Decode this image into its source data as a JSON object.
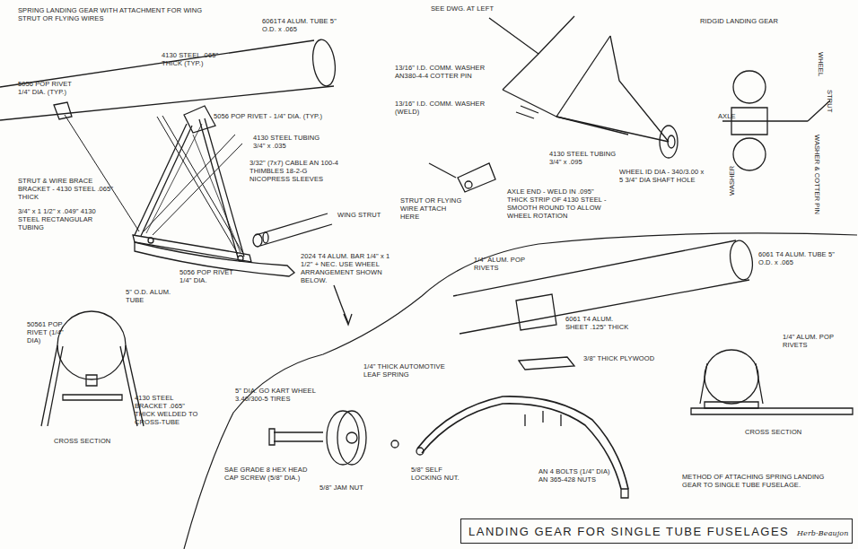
{
  "diagram": {
    "title": "LANDING GEAR FOR SINGLE TUBE FUSELAGES",
    "labels": [
      "SPRING LANDING GEAR WITH ATTACHMENT FOR WING STRUT OR FLYING WIRES",
      "6061T4 ALUM. TUBE 5\" O.D. x .065",
      "4130 STEEL .065\" THICK (TYP.)",
      "5056 POP RIVET 1/4\" DIA. (TYP.)",
      "5056 POP RIVET - 1/4\" DIA. (TYP.)",
      "4130 STEEL TUBING 3/4\" x .035",
      "3/32\" (7x7) CABLE AN 100-4 THIMBLES 18-2-G NICOPRESS SLEEVES",
      "STRUT & WIRE BRACE BRACKET - 4130 STEEL .065\" THICK",
      "3/4\" x 1 1/2\" x .049\" 4130 STEEL RECTANGULAR TUBING",
      "WING STRUT",
      "5056 POP RIVET 1/4\" DIA.",
      "2024 T4 ALUM. BAR 1/4\" x 1 1/2\" + NEC. USE WHEEL ARRANGEMENT SHOWN BELOW.",
      "5\" O.D. ALUM. TUBE",
      "50561 POP RIVET (1/4\" DIA)",
      "4130 STEEL BRACKET .065\" THICK WELDED TO CROSS-TUBE",
      "CROSS SECTION",
      "SEE DWG. AT LEFT",
      "RIDGID LANDING GEAR",
      "13/16\" I.D. COMM. WASHER AN380-4-4 COTTER PIN",
      "13/16\" I.D. COMM. WASHER (WELD)",
      "4130 STEEL TUBING 3/4\" x .095",
      "STRUT OR FLYING WIRE ATTACH HERE",
      "AXLE END - WELD IN .095\" THICK STRIP OF 4130 STEEL - SMOOTH ROUND TO ALLOW WHEEL ROTATION",
      "WHEEL ID DIA - 340/3.00 x 5 3/4\" DIA SHAFT HOLE",
      "AXLE",
      "WHEEL",
      "STRUT",
      "WASHER",
      "WASHER & COTTER PIN",
      "1/4\" ALUM. POP RIVETS",
      "6061 T4 ALUM. TUBE 5\" O.D. x .065",
      "6061 T4 ALUM. SHEET .125\" THICK",
      "3/8\" THICK PLYWOOD",
      "1/4\" THICK AUTOMOTIVE LEAF SPRING",
      "5\" DIA. GO KART WHEEL 3.40/300-5 TIRES",
      "1/4\" ALUM. POP RIVETS",
      "CROSS SECTION",
      "SAE GRADE 8 HEX HEAD CAP SCREW (5/8\" DIA.)",
      "5/8\" JAM NUT",
      "5/8\" SELF LOCKING NUT.",
      "AN 4 BOLTS (1/4\" DIA) AN 365-428 NUTS",
      "METHOD OF ATTACHING SPRING LANDING GEAR TO SINGLE TUBE FUSELAGE.",
      "Herb-Beaujon"
    ]
  }
}
